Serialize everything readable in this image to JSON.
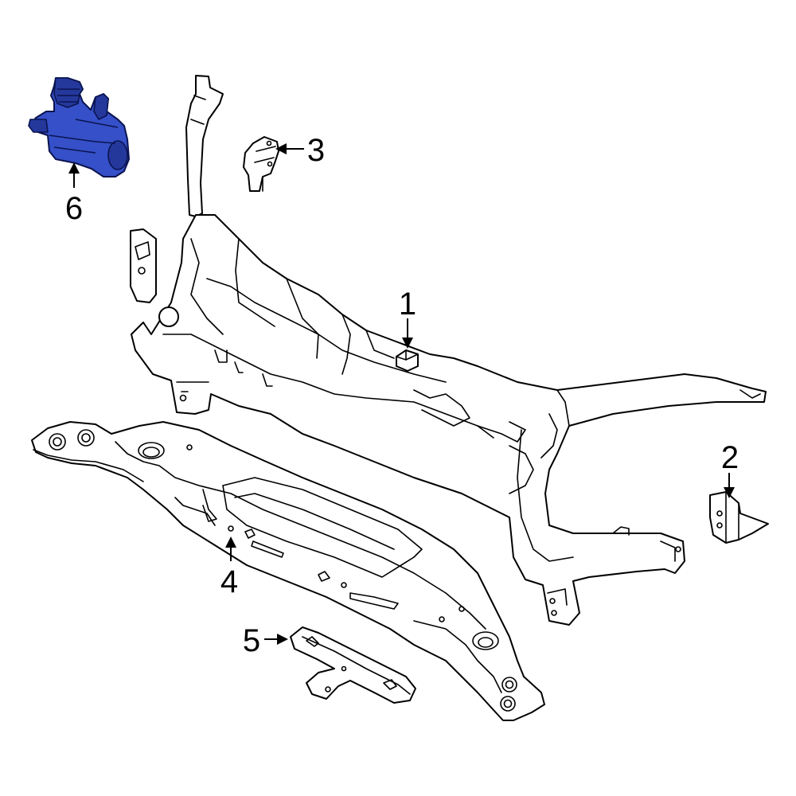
{
  "callouts": [
    {
      "id": "1",
      "label": "1"
    },
    {
      "id": "2",
      "label": "2"
    },
    {
      "id": "3",
      "label": "3"
    },
    {
      "id": "4",
      "label": "4"
    },
    {
      "id": "5",
      "label": "5"
    },
    {
      "id": "6",
      "label": "6"
    }
  ],
  "colors": {
    "highlight": "#3550c8",
    "line": "#000000",
    "background": "#ffffff"
  }
}
